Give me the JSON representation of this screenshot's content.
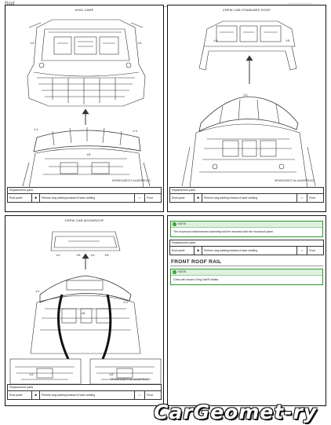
{
  "header": {
    "section": "Roof",
    "page_ref": "——————"
  },
  "panels": [
    {
      "title": "KING CAB®",
      "fig_code": "NFM00126872 0 kn/ADFB1022",
      "labels": [
        "①A",
        "①A",
        "①①",
        "①③",
        "①B"
      ],
      "callouts": {
        "tl": "①A",
        "tr": "①A",
        "left": "①①",
        "right": "①③",
        "center": "①B"
      },
      "table": {
        "header": "Replacement parts",
        "row": {
          "part": "Roof panel",
          "mark": "✱",
          "op": "Perform slug welding instead of laser welding",
          "icon": "⇦",
          "dir": "Front"
        }
      }
    },
    {
      "title": "CREW CAB STANDARD ROOF",
      "fig_code": "NFM00126872 6s dn/ADFB1022",
      "callouts": {
        "tl": "①A",
        "tr": "①B",
        "center": "①C"
      },
      "table": {
        "header": "Replacement parts",
        "row": {
          "part": "Roof panel",
          "mark": "✱",
          "op": "Perform slug welding instead of laser welding",
          "icon": "⇦",
          "dir": "Front"
        }
      }
    },
    {
      "title": "CREW CAB MOONROOF",
      "fig_code": "NFM00126872 6s dn/ADFB1022",
      "callouts": {
        "a": "①A",
        "b": "①B",
        "c": "①A",
        "d": "①B",
        "left": "①4",
        "center": "①B",
        "right": "①③",
        "sub1": "①A",
        "sub2": "①B"
      },
      "table": {
        "header": "Replacement parts",
        "row": {
          "part": "Roof panel",
          "mark": "✱",
          "op": "Perform slug welding instead of laser welding",
          "icon": "⇦",
          "dir": "Front"
        }
      }
    },
    {
      "note1": {
        "title": "NOTE:",
        "body": "The moonroof reinforcement assembly will be removed with the moonroof panel."
      },
      "table": {
        "header": "Replacement parts",
        "row": {
          "part": "Roof panel",
          "mark": "✱",
          "op": "Perform slug welding instead of laser welding",
          "icon": "⇦",
          "dir": "Front"
        }
      },
      "section_title": "FRONT ROOF RAIL",
      "note2": {
        "title": "NOTE:",
        "body": "Crew cab shown; King Cab® similar."
      }
    }
  ],
  "logo": "CarGeomet-ry",
  "colors": {
    "note_border": "#2a9a2a",
    "note_fill": "#dff0df",
    "line": "#111111"
  }
}
